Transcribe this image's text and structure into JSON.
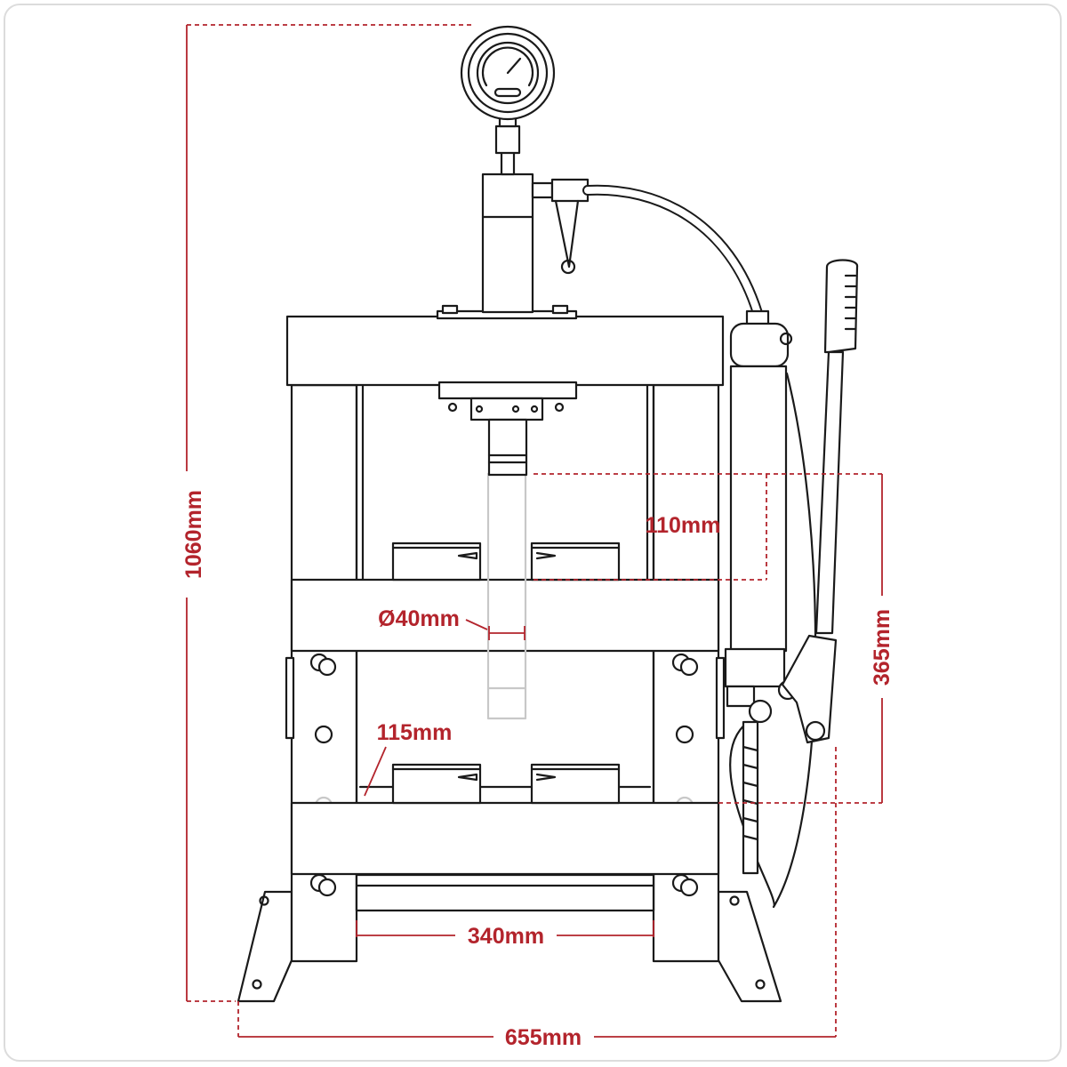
{
  "colors": {
    "outline": "#1a1a1a",
    "dimension": "#b3242c",
    "ghost": "#c8c8c8",
    "background": "#ffffff"
  },
  "dimensions": {
    "overall_height": "1060mm",
    "stroke": "110mm",
    "ram_diameter": "Ø40mm",
    "bed_height_gap": "115mm",
    "working_width": "340mm",
    "max_opening": "365mm",
    "overall_width": "655mm"
  },
  "parts": {
    "gauge": "pressure-gauge-icon",
    "hose": "hydraulic-hose",
    "pump": "hand-pump",
    "handle": "pump-handle"
  }
}
